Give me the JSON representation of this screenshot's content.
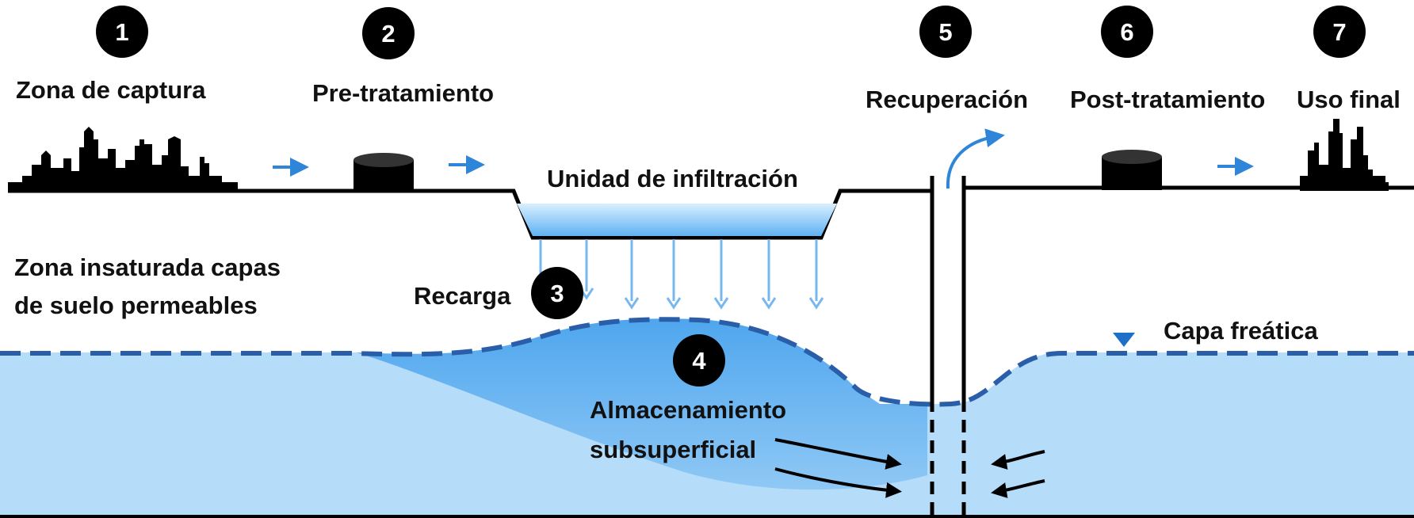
{
  "steps": {
    "s1": {
      "number": "1",
      "label": "Zona de captura"
    },
    "s2": {
      "number": "2",
      "label": "Pre-tratamiento"
    },
    "s3": {
      "number": "3",
      "label": "Recarga"
    },
    "s4": {
      "number": "4",
      "label_line1": "Almacenamiento",
      "label_line2": "subsuperficial"
    },
    "s5": {
      "number": "5",
      "label": "Recuperación"
    },
    "s6": {
      "number": "6",
      "label": "Post-tratamiento"
    },
    "s7": {
      "number": "7",
      "label": "Uso final"
    }
  },
  "labels": {
    "infiltration_unit": "Unidad de infiltración",
    "unsaturated_line1": "Zona insaturada capas",
    "unsaturated_line2": "de suelo permeables",
    "water_table": "Capa freática"
  },
  "colors": {
    "groundwater": "#b5dcf9",
    "mound": "#5aaef0",
    "flow_arrow": "#2f86d8",
    "recharge_arrow": "#79b8ee",
    "water_table_line": "#2a5ea8",
    "ink": "#000000"
  },
  "icons": {
    "city_left": "city-skyline-icon",
    "pretreatment_tank": "tank-icon",
    "posttreatment_tank": "tank-icon",
    "city_right": "city-skyline-icon",
    "water_table_marker": "triangle-down-icon"
  }
}
